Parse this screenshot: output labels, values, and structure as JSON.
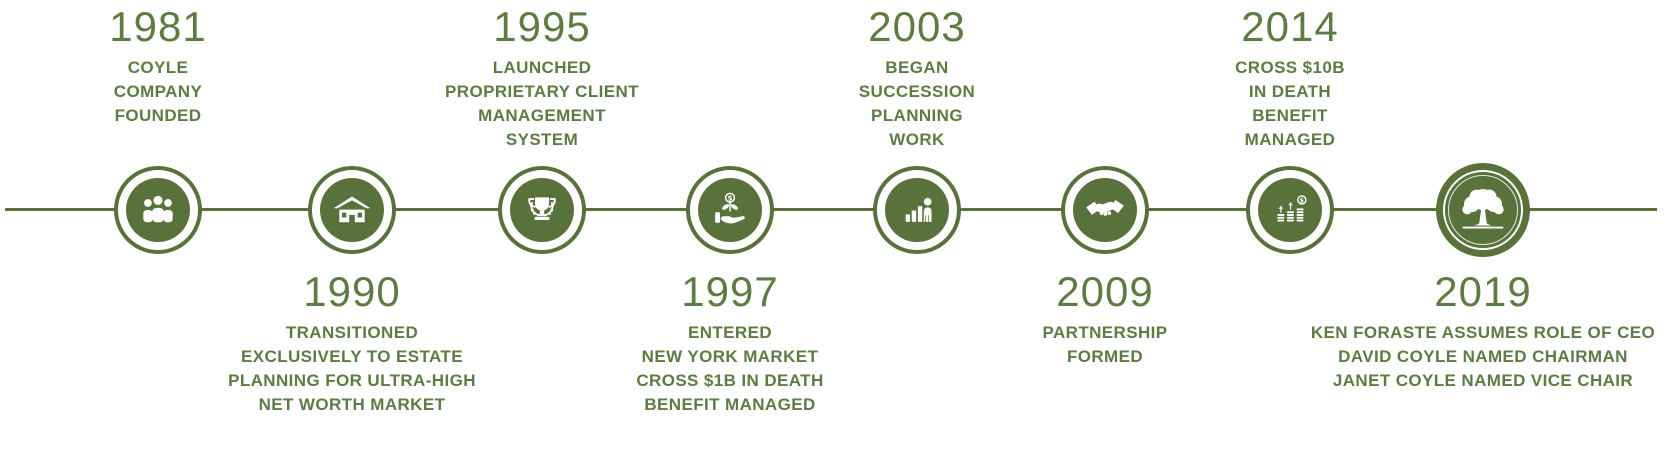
{
  "timeline": {
    "accent_color": "#59713b",
    "text_color": "#5d7c44",
    "milestones": [
      {
        "year": "1981",
        "position": "above",
        "icon": "people-group-icon",
        "lines": [
          "COYLE",
          "COMPANY",
          "FOUNDED"
        ]
      },
      {
        "year": "1990",
        "position": "below",
        "icon": "estate-house-icon",
        "lines": [
          "TRANSITIONED",
          "EXCLUSIVELY TO ESTATE",
          "PLANNING FOR ULTRA-HIGH",
          "NET WORTH MARKET"
        ]
      },
      {
        "year": "1995",
        "position": "above",
        "icon": "trophy-icon",
        "lines": [
          "LAUNCHED",
          "PROPRIETARY CLIENT",
          "MANAGEMENT",
          "SYSTEM"
        ]
      },
      {
        "year": "1997",
        "position": "below",
        "icon": "hand-money-growth-icon",
        "lines": [
          "ENTERED",
          "NEW YORK MARKET",
          "CROSS $1B IN DEATH",
          "BENEFIT MANAGED"
        ]
      },
      {
        "year": "2003",
        "position": "above",
        "icon": "person-growth-chart-icon",
        "lines": [
          "BEGAN",
          "SUCCESSION",
          "PLANNING",
          "WORK"
        ]
      },
      {
        "year": "2009",
        "position": "below",
        "icon": "handshake-icon",
        "lines": [
          "PARTNERSHIP",
          "FORMED"
        ]
      },
      {
        "year": "2014",
        "position": "above",
        "icon": "coin-stacks-icon",
        "lines": [
          "CROSS $10B",
          "IN DEATH",
          "BENEFIT",
          "MANAGED"
        ]
      },
      {
        "year": "2019",
        "position": "below",
        "icon": "oak-tree-icon",
        "lines": [
          "KEN FORASTE ASSUMES ROLE OF CEO",
          "DAVID COYLE NAMED CHAIRMAN",
          "JANET COYLE NAMED VICE CHAIR"
        ]
      }
    ]
  }
}
